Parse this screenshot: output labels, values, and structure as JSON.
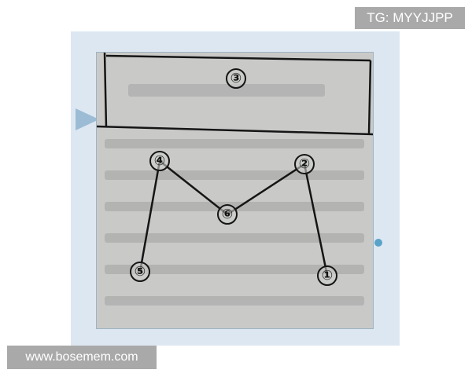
{
  "watermarks": {
    "top": "TG: MYYJJPP",
    "bottom": "www.bosemem.com"
  },
  "markers": [
    {
      "id": "marker-3",
      "label": "③"
    },
    {
      "id": "marker-4",
      "label": "④"
    },
    {
      "id": "marker-2",
      "label": "②"
    },
    {
      "id": "marker-6",
      "label": "⑥"
    },
    {
      "id": "marker-5",
      "label": "⑤"
    },
    {
      "id": "marker-1",
      "label": "①"
    }
  ],
  "colors": {
    "paper": "#c9cac8",
    "ink": "#151515",
    "panel": "#dde7f2",
    "watermark_bg": "#a9a9a9"
  }
}
